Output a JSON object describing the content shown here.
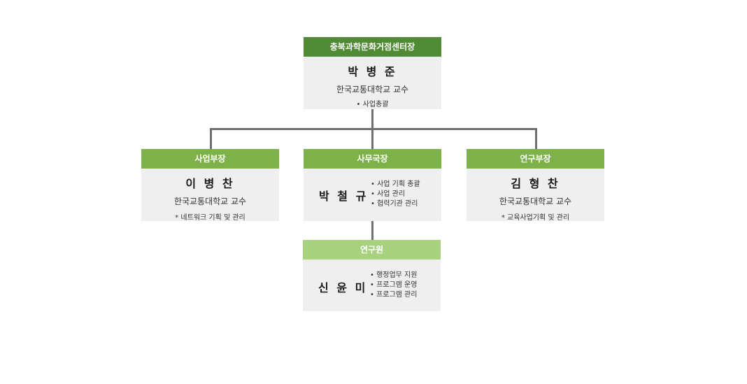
{
  "colors": {
    "header_dark": "#508a34",
    "header_mid": "#7db24a",
    "header_light": "#a8d17e",
    "body_bg": "#efefef",
    "connector": "#707070"
  },
  "director": {
    "title": "충북과학문화거점센터장",
    "name": "박 병 준",
    "affiliation": "한국교통대학교 교수",
    "duty": "사업총괄"
  },
  "business_manager": {
    "title": "사업부장",
    "name": "이 병 찬",
    "affiliation": "한국교통대학교 교수",
    "duty": "네트워크 기획 및 관리"
  },
  "secretary_general": {
    "title": "사무국장",
    "name": "박 철 규",
    "duties": [
      "사업 기획 총괄",
      "사업 관리",
      "협력기관 관리"
    ]
  },
  "research_manager": {
    "title": "연구부장",
    "name": "김 형 찬",
    "affiliation": "한국교통대학교 교수",
    "duty": "교육사업기획 및 관리"
  },
  "researcher": {
    "title": "연구원",
    "name": "신 윤 미",
    "duties": [
      "행정업무 지원",
      "프로그램 운영",
      "프로그램 관리"
    ]
  }
}
